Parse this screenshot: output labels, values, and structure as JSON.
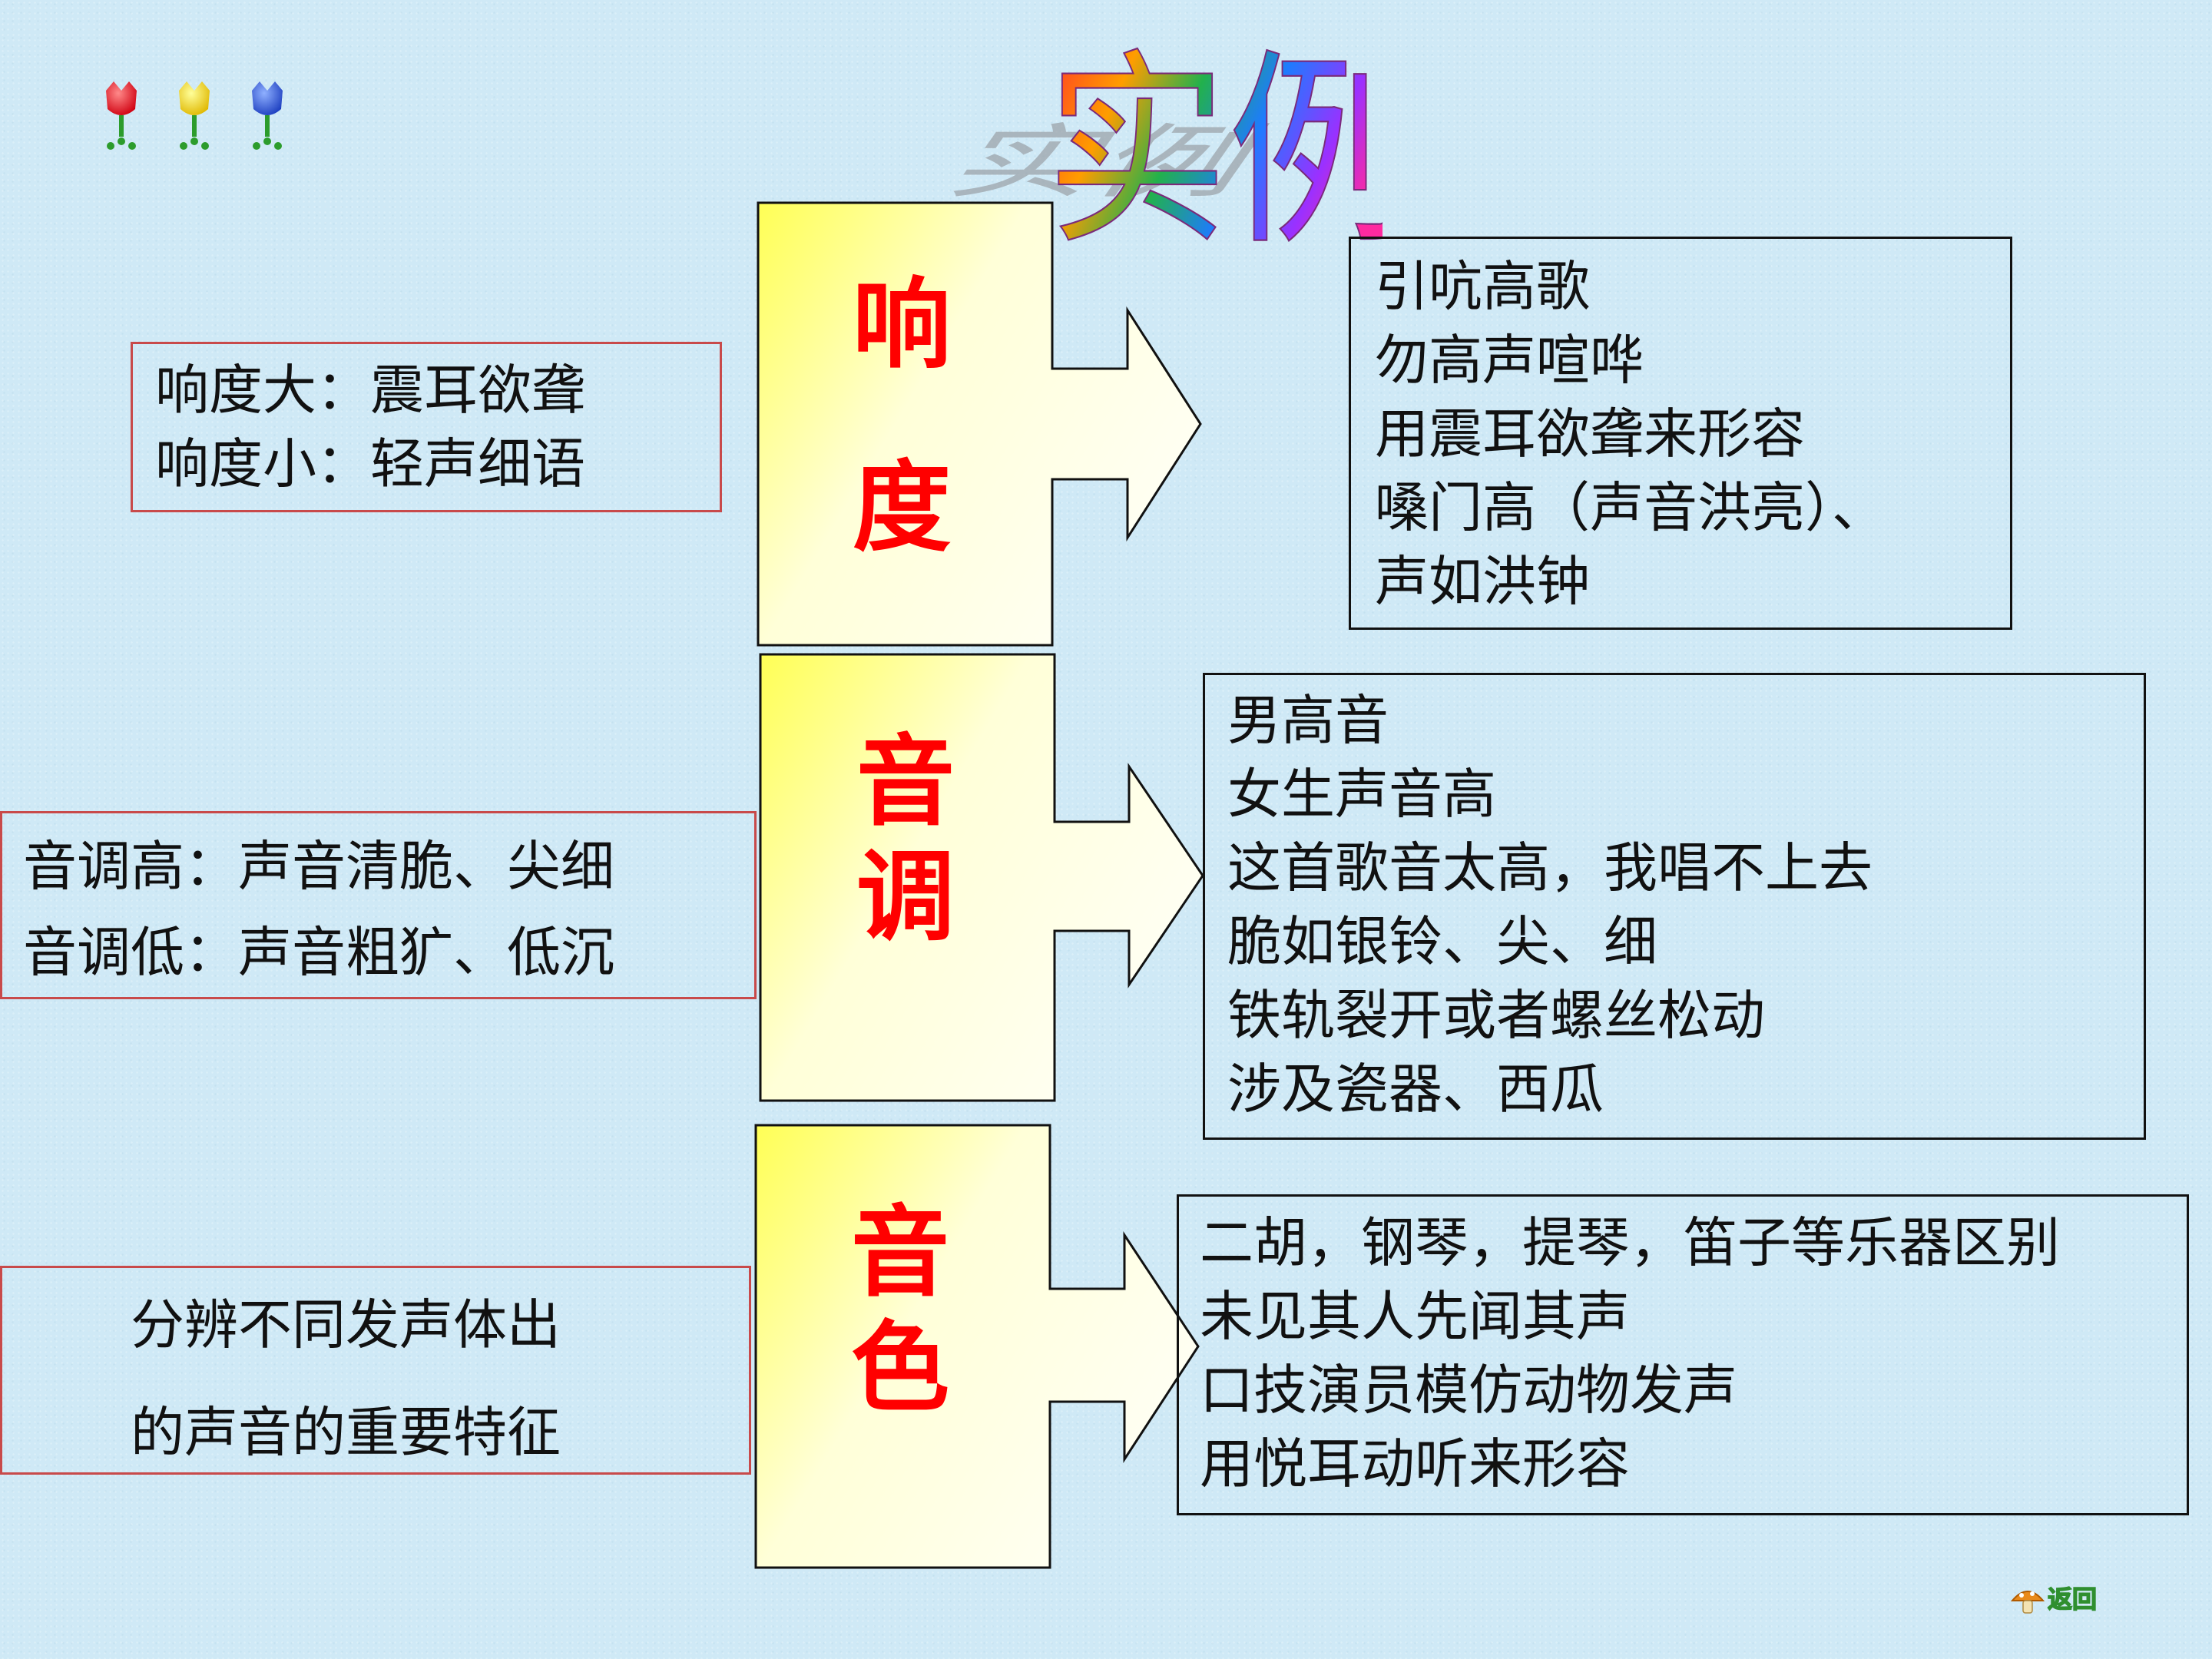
{
  "title": "实例",
  "colors": {
    "background": "#cfe9f6",
    "accent_red": "#ff0000",
    "box_red_border": "#c84a4a",
    "concept_fill_light": "#fffff0",
    "concept_fill_yellow": "#ffff66"
  },
  "decor": {
    "tulip_colors": [
      "#e8141e",
      "#f2d400",
      "#2f5bd8"
    ]
  },
  "rows": [
    {
      "concept": [
        "响",
        "度"
      ],
      "left_lines": [
        "响度大：震耳欲聋",
        "响度小：轻声细语"
      ],
      "examples": [
        "引吭高歌",
        "勿高声喧哗",
        "用震耳欲聋来形容",
        "嗓门高（声音洪亮）、",
        "声如洪钟"
      ]
    },
    {
      "concept": [
        "音",
        "调"
      ],
      "left_lines": [
        "音调高：声音清脆、尖细",
        "音调低：声音粗犷、低沉"
      ],
      "examples": [
        "男高音",
        "女生声音高",
        "这首歌音太高，我唱不上去",
        "脆如银铃、尖、细",
        "铁轨裂开或者螺丝松动",
        "涉及瓷器、西瓜"
      ]
    },
    {
      "concept": [
        "音",
        "色"
      ],
      "left_lines": [
        "分辨不同发声体出",
        "的声音的重要特征"
      ],
      "examples": [
        "二胡，钢琴，提琴，笛子等乐器区别",
        "未见其人先闻其声",
        "口技演员模仿动物发声",
        "用悦耳动听来形容"
      ]
    }
  ],
  "nav": {
    "return_label": "返回",
    "icon": "mushroom-icon"
  }
}
